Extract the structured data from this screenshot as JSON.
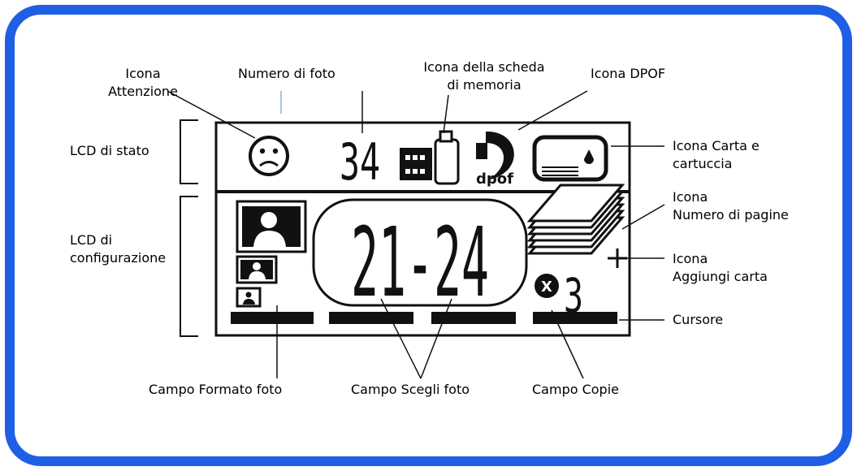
{
  "colors": {
    "frame": "#1f5fe6",
    "ink": "#111111",
    "accent_tick": "#9fc8e8"
  },
  "icons": [
    "sad-face-icon",
    "photo-counter-digits",
    "memory-card-icon",
    "dpof-icon",
    "paper-cartridge-icon",
    "photo-size-icons",
    "page-stack-icon",
    "add-paper-icon",
    "copies-icon"
  ],
  "lcd": {
    "photo_count": "34",
    "photo_range": "21-24",
    "copies": "3",
    "dpof_text": "dpof"
  },
  "labels": {
    "warning_icon": [
      "Icona",
      "Attenzione"
    ],
    "photo_number": "Numero di foto",
    "memory_card_icon": [
      "Icona della scheda",
      "di memoria"
    ],
    "dpof_icon": "Icona DPOF",
    "status_lcd": "LCD di stato",
    "paper_cartridge_icon": [
      "Icona Carta e",
      "cartuccia"
    ],
    "pages_icon": [
      "Icona",
      "Numero di pagine"
    ],
    "config_lcd": [
      "LCD di",
      "configurazione"
    ],
    "add_paper_icon": [
      "Icona",
      "Aggiungi carta"
    ],
    "cursor": "Cursore",
    "photo_size_field": "Campo Formato foto",
    "choose_photo_field": "Campo Scegli foto",
    "copies_field": "Campo Copie"
  }
}
